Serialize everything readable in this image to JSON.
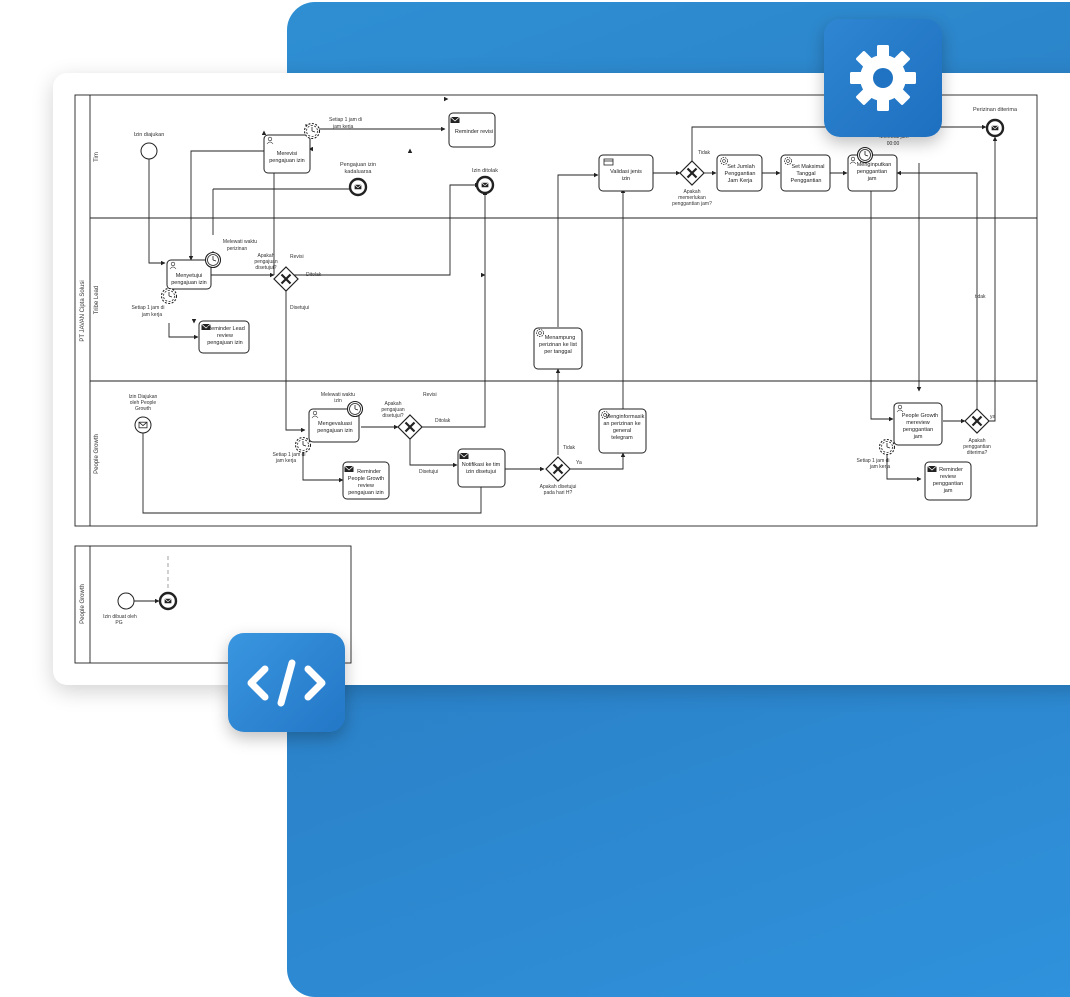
{
  "colors": {
    "panel": "#2a7ec4",
    "badge": "#1d6fbf",
    "stroke": "#222222"
  },
  "icons": {
    "settings": "gear-icon",
    "code": "code-icon"
  },
  "pool": {
    "name": "PT JAVAN Cipta Solusi",
    "lanes": {
      "tim": "Tim",
      "tribe_lead": "Tribe Lead",
      "people_growth": "People Growth"
    }
  },
  "pool2": {
    "name": "People Growth"
  },
  "nodes": {
    "izin_diajukan": "Izin diajukan",
    "setiap_1jam_tim": [
      "Setiap 1 jam di",
      "jam kerja"
    ],
    "merevisi": [
      "Merevisi",
      "pengajuan izin"
    ],
    "reminder_revisi": "Reminder revisi",
    "pengajuan_izin_kadaluarsa": [
      "Pengajuan izin",
      "kadaluarsa"
    ],
    "izin_ditolak": "Izin ditolak",
    "validasi": [
      "Validasi jenis",
      "izin"
    ],
    "apakah_memerlukan": [
      "Apakah",
      "memerlukan",
      "penggantian jam?"
    ],
    "tidak_top": "Tidak",
    "set_jumlah": [
      "Set Jumlah",
      "Penggantian",
      "Jam Kerja"
    ],
    "set_maksimal": [
      "Set Maksimal",
      "Tanggal",
      "Penggantian"
    ],
    "menginputkan": [
      "Menginputkan",
      "penggantian",
      "jam"
    ],
    "timer_label": [
      "Melewati jam",
      "00:00"
    ],
    "perizinan_diterima": "Perizinan diterima",
    "melewati_waktu_tl": [
      "Melewati waktu",
      "perizinan"
    ],
    "menyetujui": [
      "Menyetujui",
      "pengajuan izin"
    ],
    "apakah_disetujui_tl": [
      "Apakah",
      "pengajuan",
      "disetujui?"
    ],
    "revisi_tl": "Revisi",
    "ditolak_tl": "Ditolak",
    "disetujui_tl": "Disetujui",
    "setiap_1jam_tl": [
      "Setiap 1 jam di",
      "jam kerja"
    ],
    "reminder_lead": [
      "Reminder Lead",
      "review",
      "pengajuan izin"
    ],
    "menampung": [
      "Menampung",
      "perizinan ke list",
      "per tanggal"
    ],
    "tidak_right": "tidak",
    "izin_diajukan_pg": [
      "Izin Diajukan",
      "oleh People",
      "Growth"
    ],
    "melewati_waktu_pg": [
      "Melewati waktu",
      "izin"
    ],
    "mengevaluasi": [
      "Mengevaluasi",
      "pengajuan izin"
    ],
    "apakah_disetujui_pg": [
      "Apakah",
      "pengajuan",
      "disetujui?"
    ],
    "revisi_pg": "Revisi",
    "ditolak_pg": "Ditolak",
    "disetujui_pg": "Disetujui",
    "setiap_1jam_pg": [
      "Setiap 1 jam di",
      "jam kerja"
    ],
    "reminder_pg": [
      "Reminder",
      "People Growth",
      "review",
      "pengajuan izin"
    ],
    "notifikasi": [
      "Notifikasi ke tim",
      "izin disetujui"
    ],
    "apakah_hari_h": [
      "Apakah disetujui",
      "pada hari H?"
    ],
    "tidak_mid": "Tidak",
    "ya": "Ya",
    "menginformasikan": [
      "Menginformasik",
      "an perizinan ke",
      "general",
      "telegram"
    ],
    "pg_mereview": [
      "People Growth",
      "mereview",
      "penggantian",
      "jam"
    ],
    "apakah_diterima": [
      "Apakah",
      "penggantian",
      "diterima?"
    ],
    "ya_right": "ya",
    "setiap_1jam_pg2": [
      "Setiap 1 jam di",
      "jam kerja"
    ],
    "reminder_review_jam": [
      "Reminder",
      "review",
      "penggantian",
      "jam"
    ],
    "izin_dibuat": [
      "Izin dibuat oleh",
      "PG"
    ]
  }
}
